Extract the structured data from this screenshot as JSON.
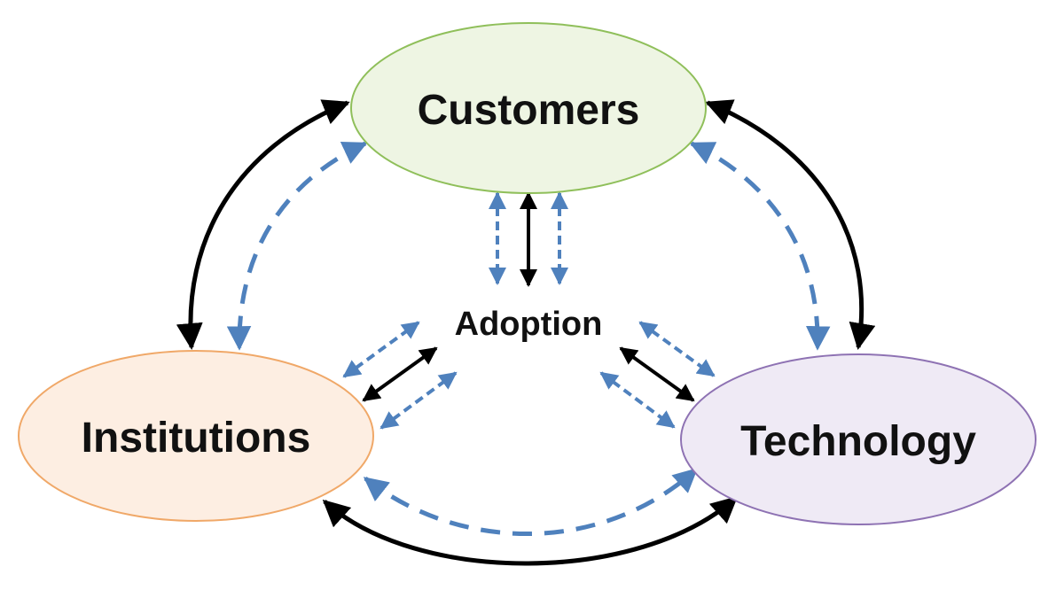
{
  "nodes": {
    "customers": {
      "label": "Customers",
      "fill": "#eef5e3",
      "stroke": "#8fbf5a"
    },
    "institutions": {
      "label": "Institutions",
      "fill": "#fdeee2",
      "stroke": "#f0a868"
    },
    "technology": {
      "label": "Technology",
      "fill": "#efeaf5",
      "stroke": "#8e72b3"
    },
    "adoption": {
      "label": "Adoption"
    }
  },
  "colors": {
    "solid_arrow": "#000000",
    "dashed_arrow": "#4f81bd"
  }
}
